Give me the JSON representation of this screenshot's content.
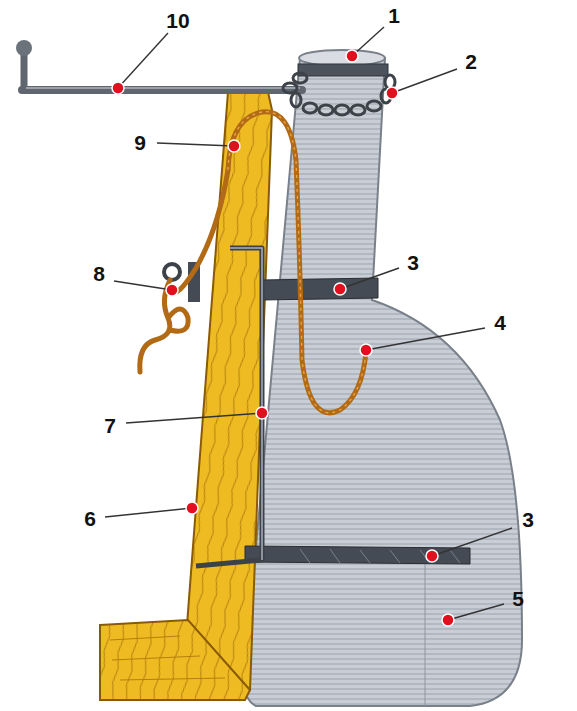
{
  "diagram": {
    "labels": [
      "1",
      "10",
      "2",
      "9",
      "3",
      "8",
      "4",
      "7",
      "6",
      "3",
      "5"
    ]
  }
}
